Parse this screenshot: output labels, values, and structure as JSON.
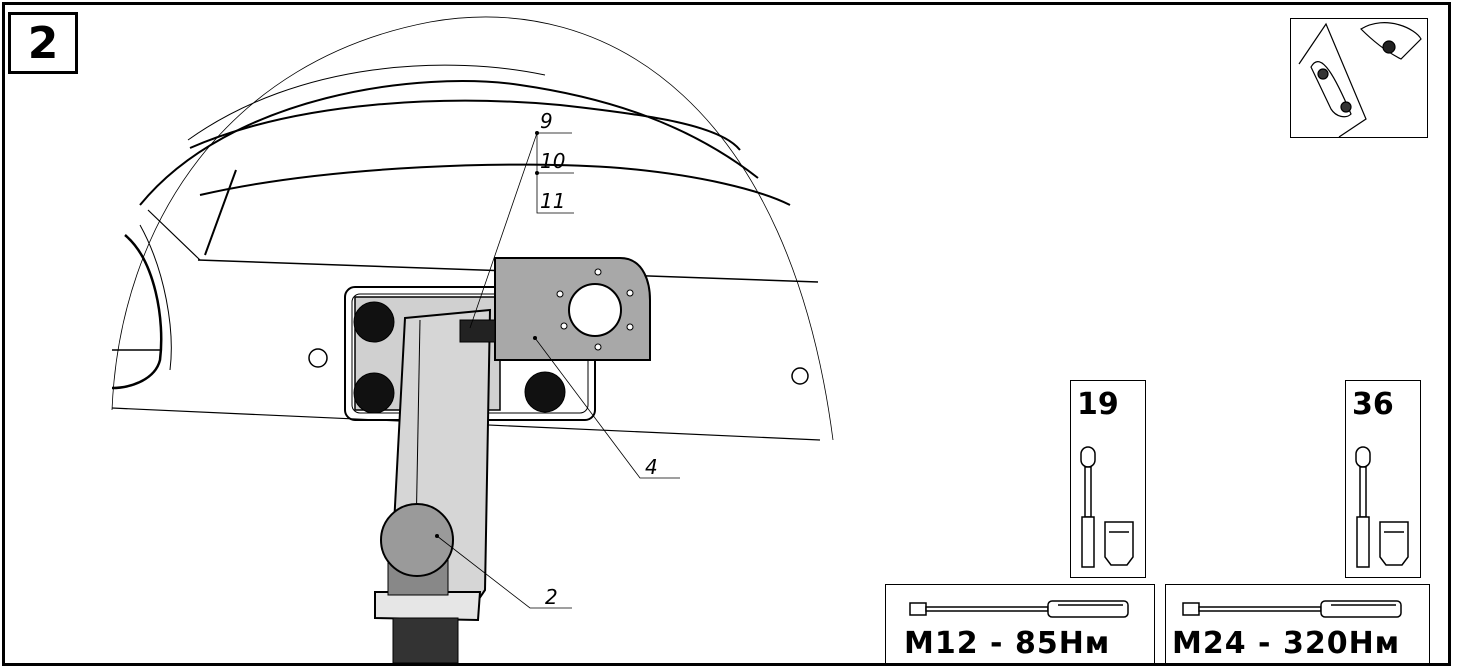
{
  "step_number": "2",
  "callouts": {
    "c9": "9",
    "c10": "10",
    "c11": "11",
    "c4": "4",
    "c2": "2"
  },
  "tools": [
    {
      "size": "19",
      "torque": "M12 - 85Нм"
    },
    {
      "size": "36",
      "torque": "M24 - 320Нм"
    }
  ],
  "icons": {
    "view": "car-rear-view-icon",
    "wrench": "ratchet-wrench-icon",
    "socket": "socket-head-icon",
    "torque_wrench": "torque-wrench-icon"
  }
}
